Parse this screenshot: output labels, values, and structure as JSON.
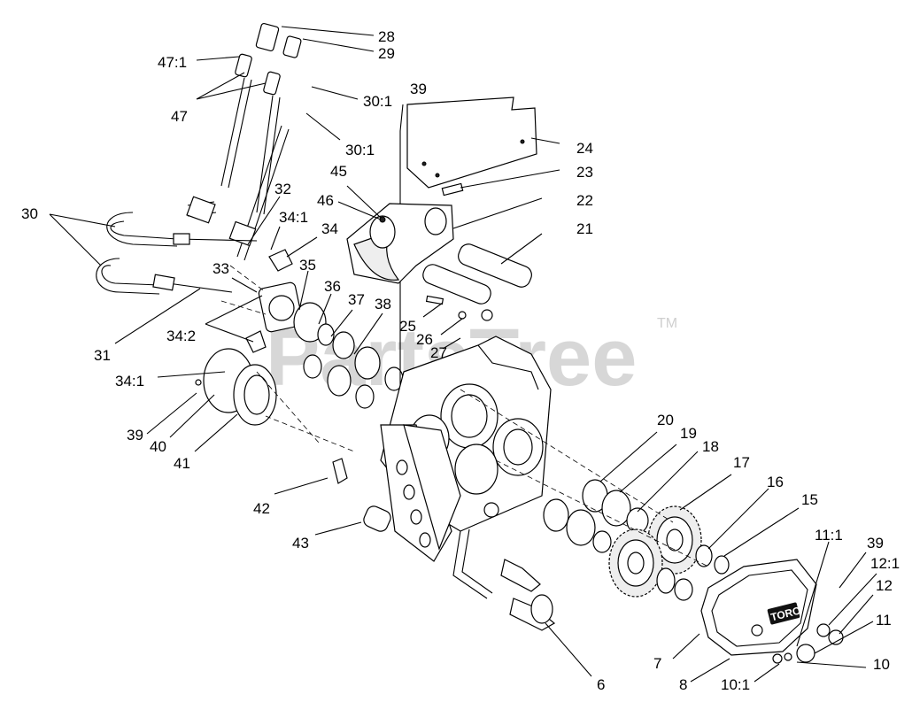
{
  "watermark": {
    "text": "PartsTree",
    "trademark": "TM"
  },
  "cover_logo": "TORO",
  "callouts": [
    {
      "id": "c28",
      "text": "28"
    },
    {
      "id": "c29",
      "text": "29"
    },
    {
      "id": "c47-1",
      "text": "47:1"
    },
    {
      "id": "c47",
      "text": "47"
    },
    {
      "id": "c30-1a",
      "text": "30:1"
    },
    {
      "id": "c30-1b",
      "text": "30:1"
    },
    {
      "id": "c39a",
      "text": "39"
    },
    {
      "id": "c24",
      "text": "24"
    },
    {
      "id": "c23",
      "text": "23"
    },
    {
      "id": "c45",
      "text": "45"
    },
    {
      "id": "c46",
      "text": "46"
    },
    {
      "id": "c22",
      "text": "22"
    },
    {
      "id": "c21",
      "text": "21"
    },
    {
      "id": "c30",
      "text": "30"
    },
    {
      "id": "c32",
      "text": "32"
    },
    {
      "id": "c34-1a",
      "text": "34:1"
    },
    {
      "id": "c34",
      "text": "34"
    },
    {
      "id": "c33",
      "text": "33"
    },
    {
      "id": "c35",
      "text": "35"
    },
    {
      "id": "c36",
      "text": "36"
    },
    {
      "id": "c37",
      "text": "37"
    },
    {
      "id": "c38",
      "text": "38"
    },
    {
      "id": "c25",
      "text": "25"
    },
    {
      "id": "c26",
      "text": "26"
    },
    {
      "id": "c27",
      "text": "27"
    },
    {
      "id": "c31",
      "text": "31"
    },
    {
      "id": "c34-2",
      "text": "34:2"
    },
    {
      "id": "c34-1b",
      "text": "34:1"
    },
    {
      "id": "c39b",
      "text": "39"
    },
    {
      "id": "c40",
      "text": "40"
    },
    {
      "id": "c41",
      "text": "41"
    },
    {
      "id": "c20",
      "text": "20"
    },
    {
      "id": "c19",
      "text": "19"
    },
    {
      "id": "c18",
      "text": "18"
    },
    {
      "id": "c17",
      "text": "17"
    },
    {
      "id": "c16",
      "text": "16"
    },
    {
      "id": "c15",
      "text": "15"
    },
    {
      "id": "c42",
      "text": "42"
    },
    {
      "id": "c43",
      "text": "43"
    },
    {
      "id": "c11-1",
      "text": "11:1"
    },
    {
      "id": "c39c",
      "text": "39"
    },
    {
      "id": "c12-1",
      "text": "12:1"
    },
    {
      "id": "c12",
      "text": "12"
    },
    {
      "id": "c11",
      "text": "11"
    },
    {
      "id": "c10",
      "text": "10"
    },
    {
      "id": "c7",
      "text": "7"
    },
    {
      "id": "c8",
      "text": "8"
    },
    {
      "id": "c10-1",
      "text": "10:1"
    },
    {
      "id": "c6",
      "text": "6"
    }
  ]
}
